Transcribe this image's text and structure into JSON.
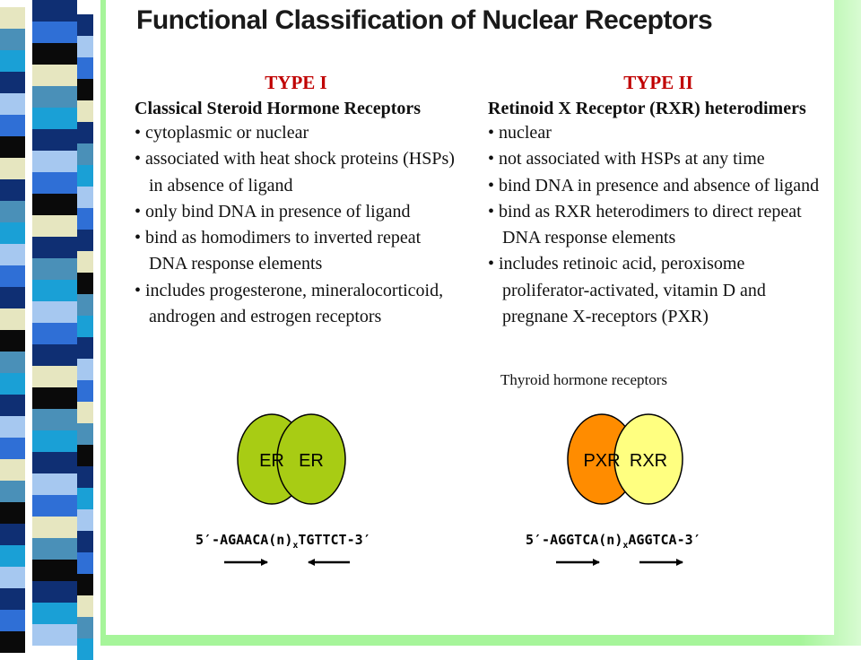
{
  "title": "Functional Classification of Nuclear Receptors",
  "type1": {
    "heading": "TYPE I",
    "subheading": "Classical Steroid Hormone Receptors",
    "bullets": [
      "• cytoplasmic or nuclear",
      "• associated with heat shock proteins (HSPs) in absence of ligand",
      "• only bind DNA in presence of ligand",
      "• bind as homodimers to inverted repeat DNA response elements",
      "• includes progesterone, mineralocorticoid, androgen and estrogen receptors"
    ],
    "dimer": {
      "left": "ER",
      "right": "ER"
    },
    "sequence": {
      "prefix": "5′-AGAACA(n)",
      "subscript": "x",
      "suffix": "TGTTCT-3′"
    }
  },
  "type2": {
    "heading": "TYPE II",
    "subheading": "Retinoid X Receptor (RXR) heterodimers",
    "bullets": [
      "• nuclear",
      "• not associated with HSPs at any time",
      "• bind DNA in presence and absence of ligand",
      "• bind as RXR heterodimers to direct repeat DNA response elements",
      "• includes retinoic acid, peroxisome proliferator-activated, vitamin D and pregnane X-receptors (PXR)"
    ],
    "dimer": {
      "left": "PXR",
      "right": "RXR"
    },
    "sequence": {
      "prefix": "5′-AGGTCA(n)",
      "subscript": "x",
      "suffix": "AGGTCA-3′"
    }
  },
  "caption": "Thyroid hormone receptors",
  "colors": {
    "er": "#a8cc14",
    "pxr": "#ff8c00",
    "rxr": "#ffff80",
    "type_heading": "#c00000",
    "frame_green": "#a6f59a"
  }
}
